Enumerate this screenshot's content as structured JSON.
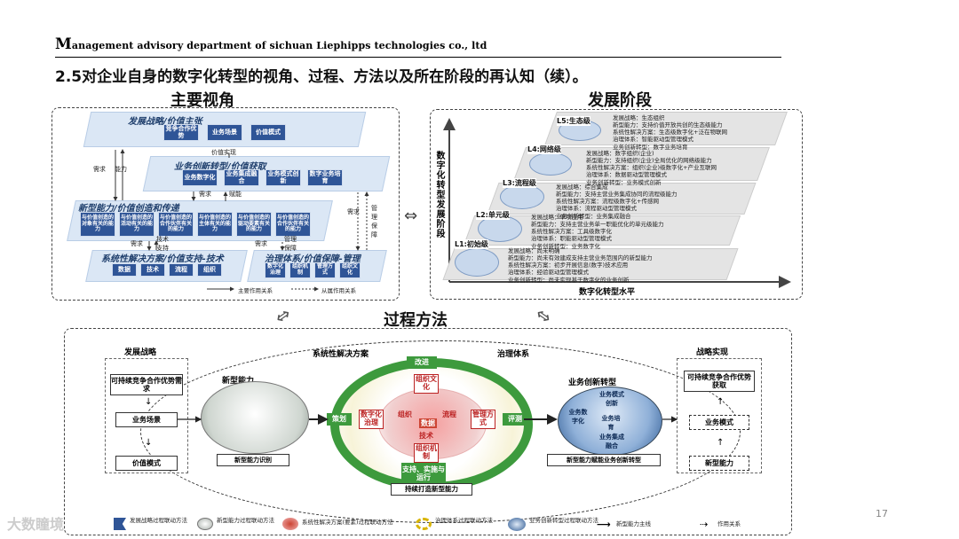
{
  "header": {
    "company_cap": "M",
    "company_rest": "anagement advisory department of sichuan Liephipps technologies co., ltd"
  },
  "page_title": "2.5对企业自身的数字化转型的视角、过程、方法以及所在阶段的再认知（续）。",
  "page_number": "17",
  "watermark": "大数瞳境",
  "views": {
    "title": "主要视角",
    "layer1": {
      "label": "发展战略/价值主张",
      "items": [
        "竞争合作优势",
        "业务场景",
        "价值模式"
      ]
    },
    "layer2": {
      "label": "业务创新转型/价值获取",
      "items": [
        "业务数字化",
        "业务集成融合",
        "业务模式创新",
        "数字业务培育"
      ]
    },
    "layer3": {
      "label": "新型能力/价值创造和传递",
      "items": [
        "与价值创造的对象有关的能力",
        "与价值创造的活动有关的能力",
        "与价值创造的合作伙伴有关的能力",
        "与价值创造的主体有关的能力",
        "与价值创造的驱动要素有关的能力",
        "与价值创造的合作伙伴有关的能力"
      ]
    },
    "layer4": {
      "label": "系统性解决方案/价值支持-技术",
      "items": [
        "数据",
        "技术",
        "流程",
        "组织"
      ]
    },
    "layer5": {
      "label": "治理体系/价值保障-管理",
      "items": [
        "数字化治理",
        "组织机制",
        "管理方式",
        "组织文化"
      ]
    },
    "arrows": [
      "需求",
      "能力",
      "价值实现",
      "需求",
      "赋能",
      "需求",
      "技术支持",
      "需求",
      "管理保障",
      "需求",
      "管理保障"
    ],
    "legend_main": "主要作用关系",
    "legend_sub": "从属作用关系"
  },
  "stages": {
    "title": "发展阶段",
    "y_axis": "数字化转型发展阶段",
    "x_axis": "数字化转型水平",
    "levels": [
      {
        "name": "L5:生态级",
        "notes": [
          "发展战略：生态组织",
          "新型能力：支持价值开放共创的生态级能力",
          "系统性解决方案：生态级数字化+泛在物联网",
          "治理体系：智能驱动型管理模式",
          "业务创新转型：数字业务培育"
        ]
      },
      {
        "name": "L4:网络级",
        "notes": [
          "发展战略：数字组织(企业)",
          "新型能力：支持组织(企业)全局优化的网络级能力",
          "系统性解决方案：组织(企业)级数字化+产业互联网",
          "治理体系：数据驱动型管理模式",
          "业务创新转型：业务模式创新"
        ]
      },
      {
        "name": "L3:流程级",
        "notes": [
          "发展战略：综合集成",
          "新型能力：支持主营业务集成协同的流程级能力",
          "系统性解决方案：流程级数字化+传感网",
          "治理体系：流程驱动型管理模式",
          "业务创新转型：业务集成融合"
        ]
      },
      {
        "name": "L2:单元级",
        "notes": [
          "发展战略：单项应用",
          "新型能力：支持主营业务单一职能优化的单元级能力",
          "系统性解决方案：工具级数字化",
          "治理体系：职能驱动型管理模式",
          "业务创新转型：业务数字化"
        ]
      },
      {
        "name": "L1:初始级",
        "notes": [
          "发展战略：尚未明确",
          "新型能力：尚未有效建成支持主营业务范围内的新型能力",
          "系统性解决方案：初步开展信息(数字)技术应用",
          "治理体系：经验驱动型管理模式",
          "业务创新转型：尚未实现基于数字化的业务创新"
        ]
      }
    ]
  },
  "process": {
    "title": "过程方法",
    "strategy_title": "发展战略",
    "strategy_items": [
      "可持续竞争合作优势需求",
      "业务场景",
      "价值模式"
    ],
    "capability_title": "新型能力",
    "capability_caption": "新型能力识别",
    "solution_title": "系统性解决方案",
    "governance_title": "治理体系",
    "cycle": {
      "top": "改进",
      "left": "策划",
      "right": "评测",
      "bottom": "支持、实施与运行"
    },
    "governance_items": [
      "组织文化",
      "数字化治理",
      "管理方式",
      "组织机制"
    ],
    "core_items": [
      "组织",
      "流程",
      "数据",
      "技术"
    ],
    "sustain": "持续打造新型能力",
    "innovation_title": "业务创新转型",
    "innovation_items": [
      "业务模式创新",
      "业务数字化",
      "业务培育",
      "业务集成融合"
    ],
    "innovation_caption": "新型能力赋能业务创新转型",
    "realization_title": "战略实现",
    "realization_items": [
      "可持续竞争合作优势获取",
      "业务模式",
      "新型能力"
    ]
  },
  "legend": [
    {
      "icon": "flag-icon",
      "text": "发展战略过程联动方法"
    },
    {
      "icon": "sphere-icon",
      "text": "新型能力过程联动方法"
    },
    {
      "icon": "flower-icon",
      "text": "系统性解决方案(要素)过程联动方法"
    },
    {
      "icon": "ring-icon",
      "text": "治理体系过程联动方法"
    },
    {
      "icon": "globe-icon",
      "text": "业务创新转型过程联动方法"
    },
    {
      "icon": "arrow-bold-icon",
      "text": "新型能力主线"
    },
    {
      "icon": "arrow-dash-icon",
      "text": "作用关系"
    }
  ],
  "colors": {
    "blue_dark": "#2f5597",
    "layer_bg": "#dbe7f5",
    "green": "#3d9a3d",
    "red": "#b22222"
  }
}
